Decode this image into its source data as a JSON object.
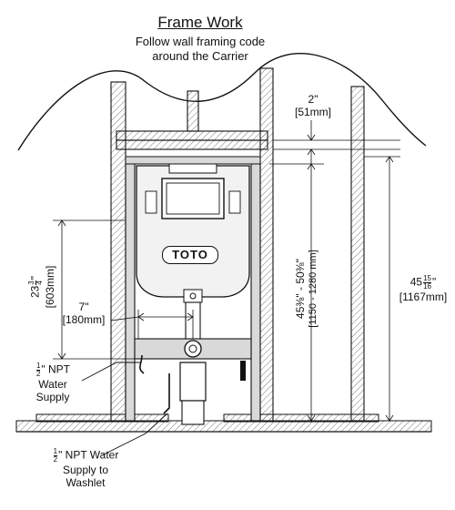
{
  "header": {
    "title": "Frame Work",
    "subtitle_line1": "Follow wall framing code",
    "subtitle_line2": "around the Carrier"
  },
  "dimensions": {
    "header_gap": {
      "imperial": "2\"",
      "metric": "[51mm]"
    },
    "drain_height": {
      "whole": "23",
      "frac_num": "3",
      "frac_den": "4",
      "unit": "\"",
      "metric": "[603mm]"
    },
    "drain_offset": {
      "imperial": "7\"",
      "metric": "[180mm]"
    },
    "adjustable_height": {
      "imperial": "45⅜\" - 50⅜\"",
      "metric": "[1150 - 1280 mm]"
    },
    "carrier_height": {
      "whole": "45",
      "frac_num": "15",
      "frac_den": "16",
      "unit": "\"",
      "metric": "[1167mm]"
    }
  },
  "callouts": {
    "water_supply": {
      "frac_num": "1",
      "frac_den": "2",
      "line1_rest": "\" NPT",
      "line2": "Water",
      "line3": "Supply"
    },
    "washlet_supply": {
      "frac_num": "1",
      "frac_den": "2",
      "line1_rest": "\" NPT Water",
      "line2": "Supply to",
      "line3": "Washlet"
    }
  },
  "brand_label": "TOTO",
  "colors": {
    "stroke": "#111111",
    "fill_gray": "#d9d9d9",
    "fill_light": "#f2f2f2",
    "background": "#ffffff"
  }
}
